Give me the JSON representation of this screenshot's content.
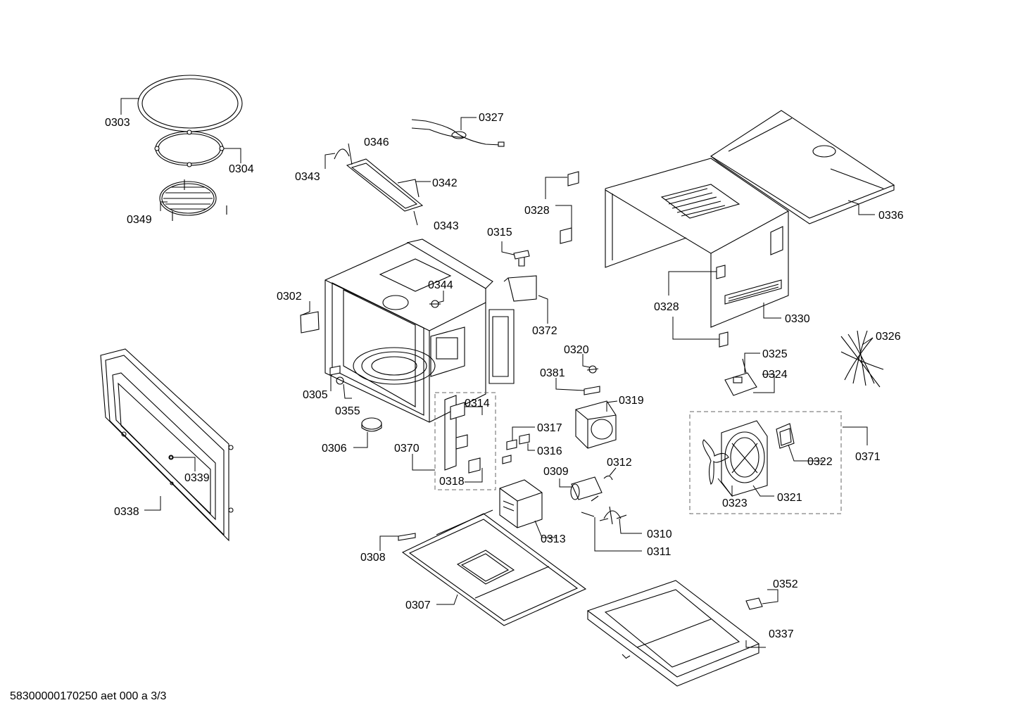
{
  "footer_code": "58300000170250 aet 000 a 3/3",
  "callouts": {
    "c0302": "0302",
    "c0303": "0303",
    "c0304": "0304",
    "c0305": "0305",
    "c0306": "0306",
    "c0307": "0307",
    "c0308": "0308",
    "c0309": "0309",
    "c0310": "0310",
    "c0311": "0311",
    "c0312": "0312",
    "c0313": "0313",
    "c0314": "0314",
    "c0315": "0315",
    "c0316": "0316",
    "c0317": "0317",
    "c0318": "0318",
    "c0319": "0319",
    "c0320": "0320",
    "c0321": "0321",
    "c0322": "0322",
    "c0323": "0323",
    "c0324": "0324",
    "c0325": "0325",
    "c0326": "0326",
    "c0327": "0327",
    "c0328a": "0328",
    "c0328b": "0328",
    "c0330": "0330",
    "c0336": "0336",
    "c0337": "0337",
    "c0338": "0338",
    "c0339": "0339",
    "c0342": "0342",
    "c0343a": "0343",
    "c0343b": "0343",
    "c0344": "0344",
    "c0346": "0346",
    "c0349": "0349",
    "c0352": "0352",
    "c0355": "0355",
    "c0370": "0370",
    "c0371": "0371",
    "c0372": "0372",
    "c0381": "0381"
  }
}
